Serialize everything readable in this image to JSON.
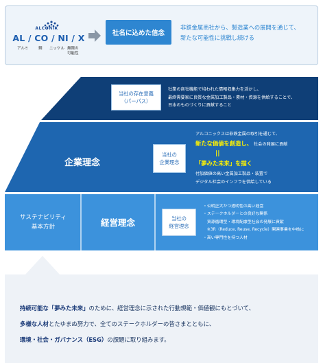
{
  "banner": {
    "logo_text": "ALCONIX",
    "formula": "AL / CO / NI / X",
    "elements": [
      "アルミ",
      "銅",
      "ニッケル",
      "無限の\n可能性"
    ],
    "belief_box": "社名に込めた信念",
    "belief_text": [
      "非鉄金属商社から、製造業への展開を通じて、",
      "新たな可能性に挑戦し続ける"
    ]
  },
  "pyramid": {
    "purpose": {
      "pill": [
        "当社の存在意義",
        "（パーパス）"
      ],
      "lines": [
        "社業の商社機能で培われた情報収集力を活かし、",
        "最終需要家に良質な金属加工製品・素材・資源を供給することで、",
        "日本のものづくりに貢献すること"
      ]
    },
    "philosophy": {
      "title": "企業理念",
      "pill": [
        "当社の",
        "企業理念"
      ],
      "line1": "アルコニックスは非鉄金属の取引を通じて、",
      "line2_hl": "新たな価値を創造し、",
      "line2_rest": "社会の発展に貢献",
      "eq": "||",
      "line3_hl": "「夢みた未来」を描く",
      "line4": "付加価値の高い金属加工製品・装置で",
      "line5": "デジタル社会のインフラを供給している"
    },
    "sustainability": [
      "サステナビリティ",
      "基本方針"
    ],
    "management": {
      "title": "経営理念",
      "pill": [
        "当社の",
        "経営理念"
      ],
      "items": [
        "・公明正大かつ透明性の高い経営",
        "・ステークホルダーとの良好な関係",
        "　資源循環型・環境配慮型社会の発展に貢献",
        "　※3R（Reduce, Reuse, Recycle）関連事業を中核に",
        "・高い専門性を持つ人材"
      ]
    }
  },
  "bottom": {
    "l1_b": "持続可能な「夢みた未来」",
    "l1_r": "のために、経営理念に示された行動規範・価値観にもとづいて、",
    "l2_b": "多様な人材",
    "l2_r": "とたゆまぬ努力で、全てのステークホルダーの皆さまとともに、",
    "l3_b": "環境・社会・ガバナンス（ESG）",
    "l3_r": "の課題に取り組みます。"
  },
  "colors": {
    "top_tier": "#0f3f77",
    "middle_tier": "#1e66b0",
    "bottom_tier": "#3c92dc",
    "accent": "#2e86d1",
    "highlight": "#fff200"
  }
}
